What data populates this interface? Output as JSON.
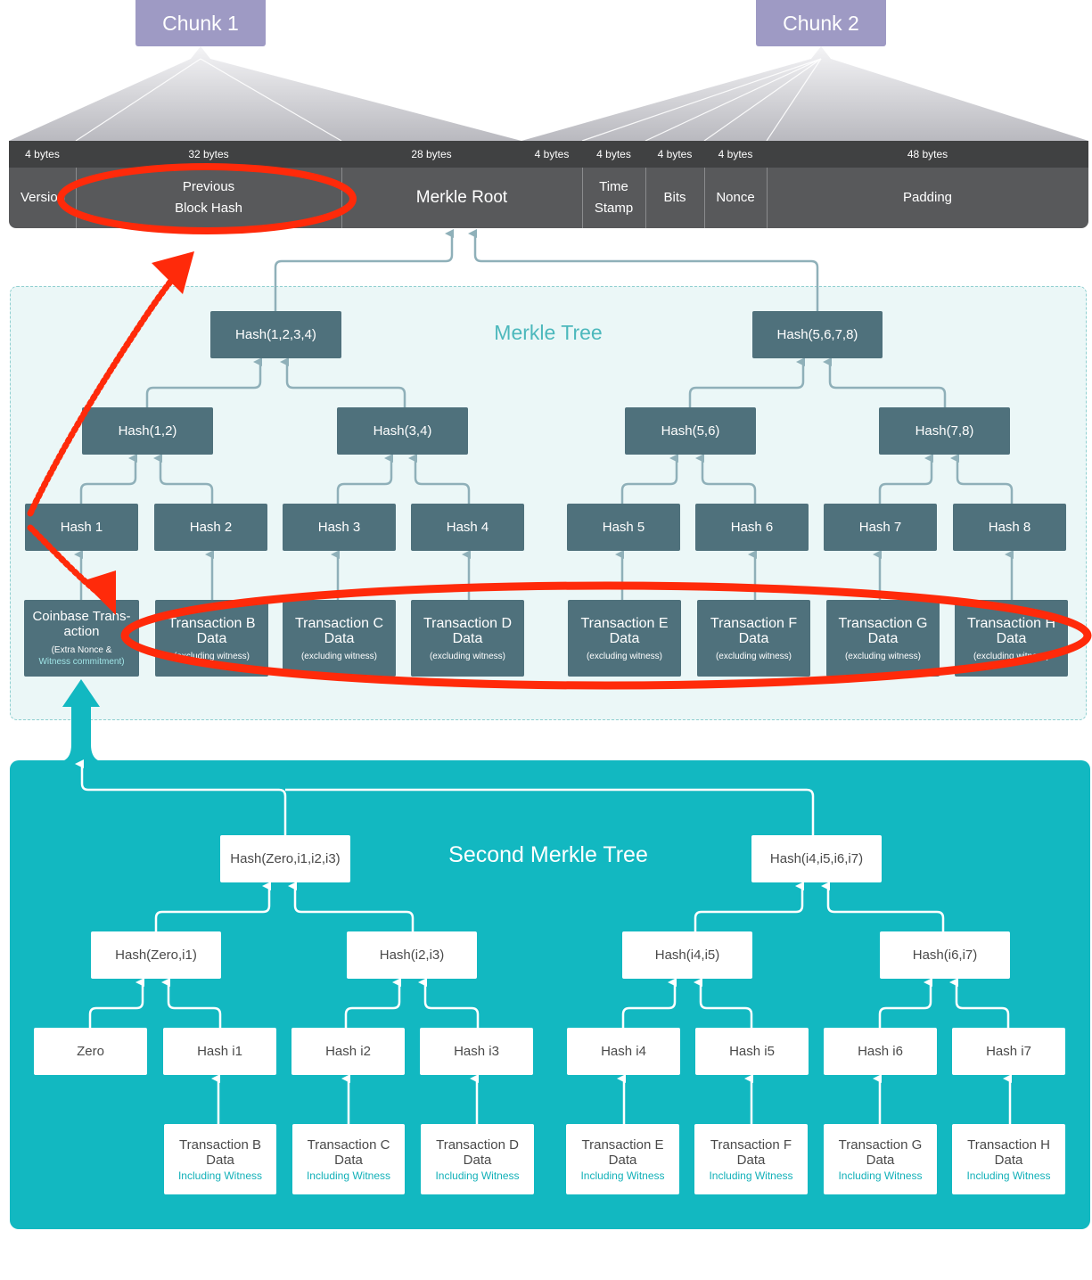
{
  "chunks": {
    "chunk1": "Chunk 1",
    "chunk2": "Chunk 2"
  },
  "header": {
    "fields": [
      {
        "bytes": "4 bytes",
        "label": "Version"
      },
      {
        "bytes": "32 bytes",
        "label": "Previous\nBlock Hash"
      },
      {
        "bytes": "28 bytes",
        "label": "Merkle Root"
      },
      {
        "bytes": "4 bytes",
        "label": ""
      },
      {
        "bytes": "4 bytes",
        "label": "Time\nStamp"
      },
      {
        "bytes": "4 bytes",
        "label": "Bits"
      },
      {
        "bytes": "4 bytes",
        "label": "Nonce"
      },
      {
        "bytes": "48 bytes",
        "label": "Padding"
      }
    ]
  },
  "merkle_tree": {
    "title": "Merkle Tree",
    "level3": [
      "Hash(1,2,3,4)",
      "Hash(5,6,7,8)"
    ],
    "level2": [
      "Hash(1,2)",
      "Hash(3,4)",
      "Hash(5,6)",
      "Hash(7,8)"
    ],
    "level1": [
      "Hash 1",
      "Hash 2",
      "Hash 3",
      "Hash 4",
      "Hash 5",
      "Hash 6",
      "Hash 7",
      "Hash 8"
    ],
    "coinbase": {
      "title": "Coinbase Trans-\naction",
      "sub1": "(Extra Nonce &",
      "sub2": "Witness commitment)"
    },
    "transactions": [
      {
        "title": "Transaction B\nData",
        "sub": "(excluding witness)"
      },
      {
        "title": "Transaction C\nData",
        "sub": "(excluding witness)"
      },
      {
        "title": "Transaction D\nData",
        "sub": "(excluding witness)"
      },
      {
        "title": "Transaction E\nData",
        "sub": "(excluding witness)"
      },
      {
        "title": "Transaction F\nData",
        "sub": "(excluding witness)"
      },
      {
        "title": "Transaction G\nData",
        "sub": "(excluding witness)"
      },
      {
        "title": "Transaction H\nData",
        "sub": "(excluding witness)"
      }
    ]
  },
  "second_tree": {
    "title": "Second Merkle Tree",
    "level3": [
      "Hash(Zero,i1,i2,i3)",
      "Hash(i4,i5,i6,i7)"
    ],
    "level2": [
      "Hash(Zero,i1)",
      "Hash(i2,i3)",
      "Hash(i4,i5)",
      "Hash(i6,i7)"
    ],
    "level1": [
      "Zero",
      "Hash i1",
      "Hash i2",
      "Hash i3",
      "Hash i4",
      "Hash i5",
      "Hash i6",
      "Hash i7"
    ],
    "transactions": [
      {
        "title": "Transaction B\nData",
        "sub": "Including Witness"
      },
      {
        "title": "Transaction C\nData",
        "sub": "Including Witness"
      },
      {
        "title": "Transaction D\nData",
        "sub": "Including Witness"
      },
      {
        "title": "Transaction E\nData",
        "sub": "Including Witness"
      },
      {
        "title": "Transaction F\nData",
        "sub": "Including Witness"
      },
      {
        "title": "Transaction G\nData",
        "sub": "Including Witness"
      },
      {
        "title": "Transaction H\nData",
        "sub": "Including Witness"
      }
    ]
  },
  "colors": {
    "chunk": "#9e9ac4",
    "header": "#58595b",
    "node": "#4f717c",
    "connector": "#8fb0b9",
    "teal": "#12b8c1",
    "annotation": "#ff2a0a"
  }
}
